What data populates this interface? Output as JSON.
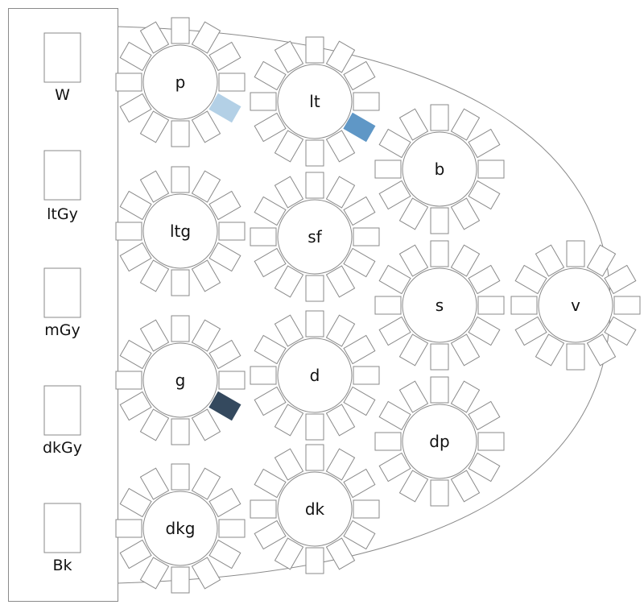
{
  "colors": {
    "outline": "#8a8a8a",
    "background": "#ffffff",
    "seat_light_blue": "#b3d0e6",
    "seat_mid_blue": "#5f97c6",
    "seat_dark_slate": "#34495e"
  },
  "head_table": {
    "seats": [
      {
        "label": "W"
      },
      {
        "label": "ltGy"
      },
      {
        "label": "mGy"
      },
      {
        "label": "dkGy"
      },
      {
        "label": "Bk"
      }
    ]
  },
  "tables": [
    {
      "label": "p",
      "seat_count": 12,
      "highlight": {
        "seat": 4,
        "color": "seat_light_blue"
      }
    },
    {
      "label": "lt",
      "seat_count": 12,
      "highlight": {
        "seat": 4,
        "color": "seat_mid_blue"
      }
    },
    {
      "label": "b",
      "seat_count": 12
    },
    {
      "label": "ltg",
      "seat_count": 12
    },
    {
      "label": "sf",
      "seat_count": 12
    },
    {
      "label": "s",
      "seat_count": 12
    },
    {
      "label": "v",
      "seat_count": 12
    },
    {
      "label": "g",
      "seat_count": 12,
      "highlight": {
        "seat": 4,
        "color": "seat_dark_slate"
      }
    },
    {
      "label": "d",
      "seat_count": 12
    },
    {
      "label": "dp",
      "seat_count": 12
    },
    {
      "label": "dkg",
      "seat_count": 12
    },
    {
      "label": "dk",
      "seat_count": 12
    }
  ]
}
